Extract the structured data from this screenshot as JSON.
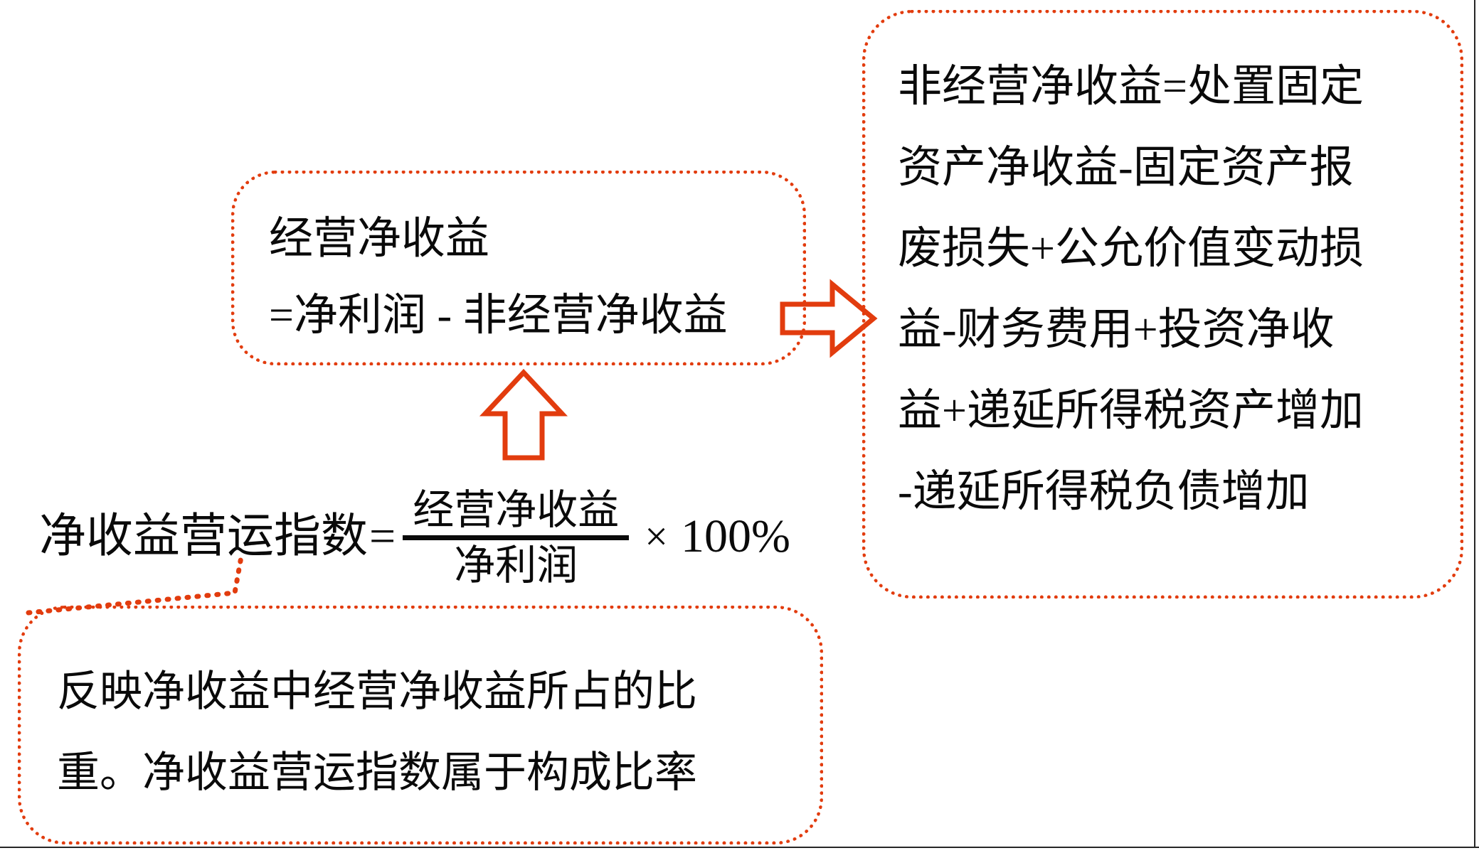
{
  "theme": {
    "accent_color": "#E23C0E",
    "text_color": "#0A0A0A",
    "background_color": "#FFFFFF",
    "frame_line_color": "#262626"
  },
  "operating_income_box": {
    "line1": "经营净收益",
    "line2": "=净利润 - 非经营净收益"
  },
  "non_operating_income_box": {
    "line1": "非经营净收益=处置固定",
    "line2": "资产净收益-固定资产报",
    "line3": "废损失+公允价值变动损",
    "line4": "益-财务费用+投资净收",
    "line5": "益+递延所得税资产增加",
    "line6": "-递延所得税负债增加"
  },
  "index_formula": {
    "lhs": "净收益营运指数",
    "equals": "=",
    "numerator": "经营净收益",
    "denominator": "净利润",
    "times": "×",
    "percent": "100%"
  },
  "note_box": {
    "line1": "反映净收益中经营净收益所占的比",
    "line2": "重。净收益营运指数属于构成比率"
  },
  "arrows": {
    "right_arrow_name": "right-block-arrow",
    "up_arrow_name": "up-block-arrow",
    "leader_name": "dotted-leader-line"
  }
}
